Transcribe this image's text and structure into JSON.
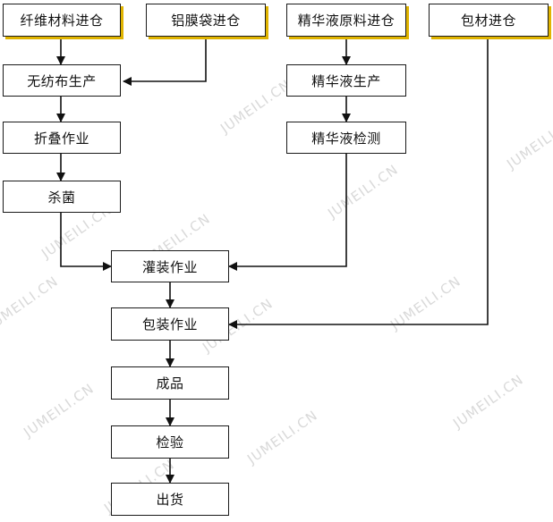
{
  "watermark": "JUMEILI.CN",
  "colors": {
    "input_shadow": "#e0b400",
    "border": "#1a1a1a",
    "arrow": "#111111",
    "watermark": "#d9d9d9"
  },
  "nodes": {
    "fiber": "纤维材料进仓",
    "foil": "铝膜袋进仓",
    "essence_raw": "精华液原料进仓",
    "packaging_material": "包材进仓",
    "nonwoven": "无纺布生产",
    "essence_prod": "精华液生产",
    "folding": "折叠作业",
    "essence_test": "精华液检测",
    "sterilize": "杀菌",
    "filling": "灌装作业",
    "packing": "包装作业",
    "product": "成品",
    "inspection": "检验",
    "shipping": "出货"
  }
}
